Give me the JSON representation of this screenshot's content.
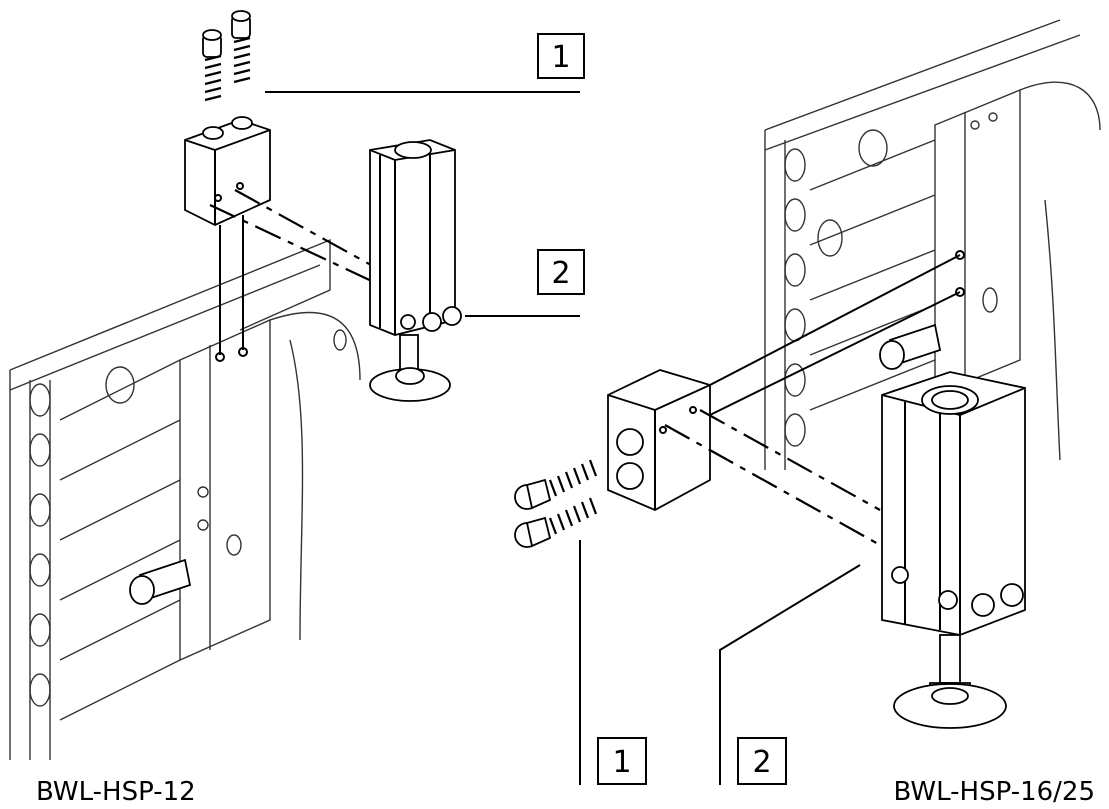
{
  "callouts": {
    "left_1": "1",
    "left_2": "2",
    "right_1": "1",
    "right_2": "2"
  },
  "labels": {
    "left_model": "BWL-HSP-12",
    "right_model": "BWL-HSP-16/25"
  }
}
